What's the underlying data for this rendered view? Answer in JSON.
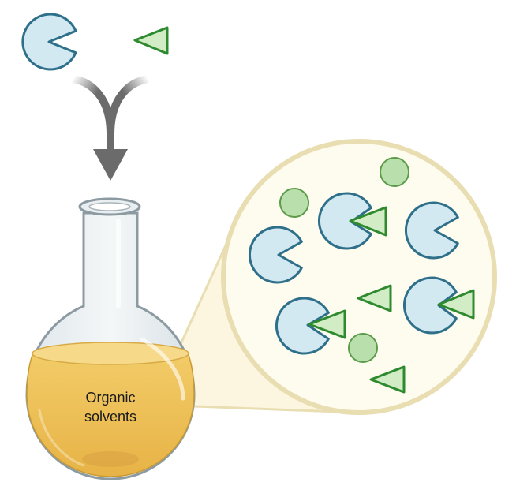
{
  "flask": {
    "label_line1": "Organic",
    "label_line2": "solvents"
  },
  "colors": {
    "pacman_fill": "#d3e9f2",
    "pacman_stroke": "#2e6f8a",
    "triangle_fill": "#d2edc6",
    "triangle_stroke": "#2e8a2e",
    "ball_fill": "#b9e0ac",
    "ball_stroke": "#5c9b4a",
    "zoom_fill": "#fefbef",
    "zoom_stroke": "#e9ddb2",
    "arrow": "#6b6b6b",
    "solvent": "#f0c45e"
  },
  "icons": {
    "host": "pacman-host-molecule",
    "guest": "triangle-guest-molecule",
    "other": "circle-molecule"
  }
}
